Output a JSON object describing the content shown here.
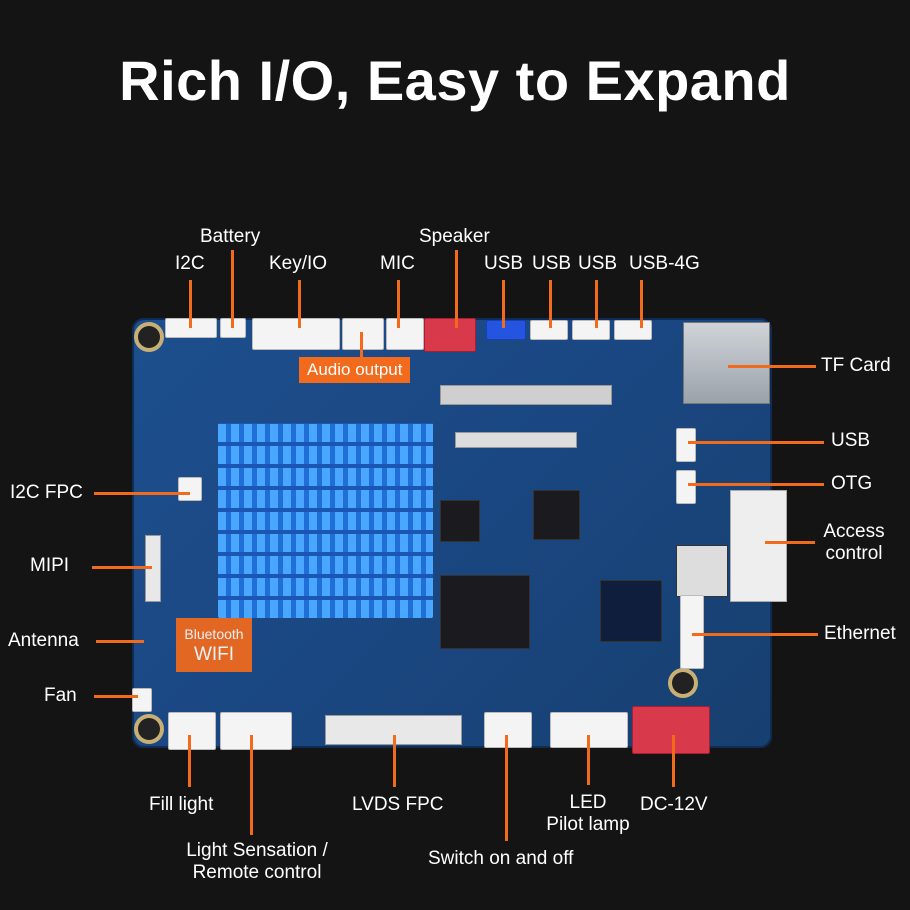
{
  "title": "Rich I/O, Easy to Expand",
  "labels": {
    "battery": "Battery",
    "i2c": "I2C",
    "key_io": "Key/IO",
    "mic": "MIC",
    "speaker": "Speaker",
    "usb1": "USB",
    "usb2": "USB",
    "usb3": "USB",
    "usb_4g": "USB-4G",
    "audio_output": "Audio output",
    "tf_card": "TF Card",
    "usb_right": "USB",
    "otg": "OTG",
    "access_control_1": "Access",
    "access_control_2": "control",
    "ethernet": "Ethernet",
    "i2c_fpc": "I2C FPC",
    "mipi": "MIPI",
    "antenna": "Antenna",
    "fan": "Fan",
    "bluetooth": "Bluetooth",
    "wifi": "WIFI",
    "fill_light": "Fill light",
    "light_sensation_1": "Light Sensation /",
    "light_sensation_2": "Remote control",
    "lvds_fpc": "LVDS FPC",
    "switch": "Switch on and off",
    "led_1": "LED",
    "led_2": "Pilot lamp",
    "dc": "DC-12V"
  }
}
